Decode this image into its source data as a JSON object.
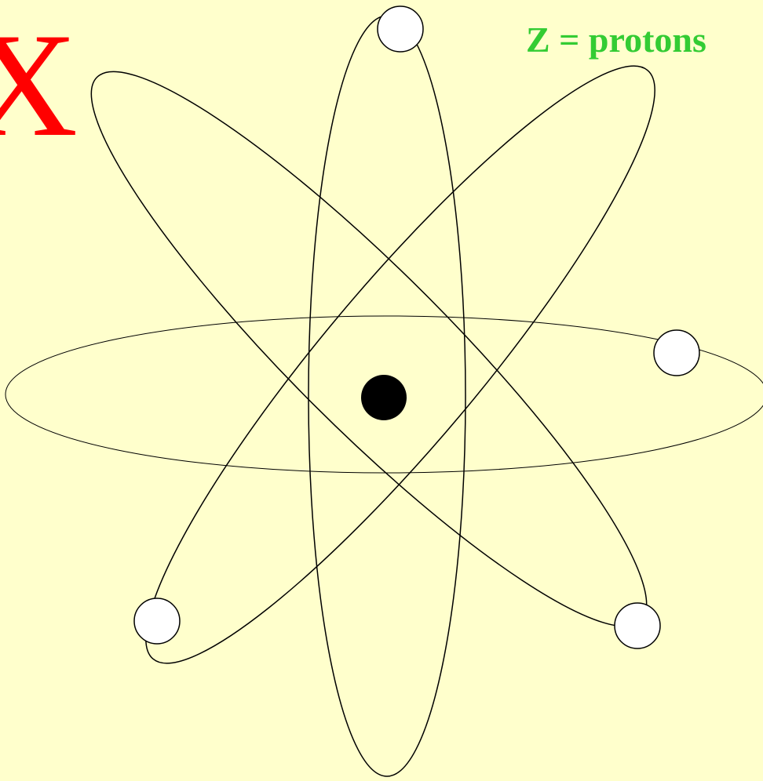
{
  "background_color": "#FFFFCC",
  "symbol": {
    "text": "X",
    "color": "#FF0000"
  },
  "z_label": {
    "text": "Z = protons",
    "color": "#33CC33"
  },
  "diagram": {
    "orbit_color": "#000000",
    "nucleus_color": "#000000",
    "electron_fill": "#FFFFFF",
    "electron_stroke": "#000000",
    "orbits": [
      "vertical-orbit",
      "horizontal-orbit",
      "rising-diagonal-orbit",
      "falling-diagonal-orbit"
    ],
    "electron_count": 4
  }
}
